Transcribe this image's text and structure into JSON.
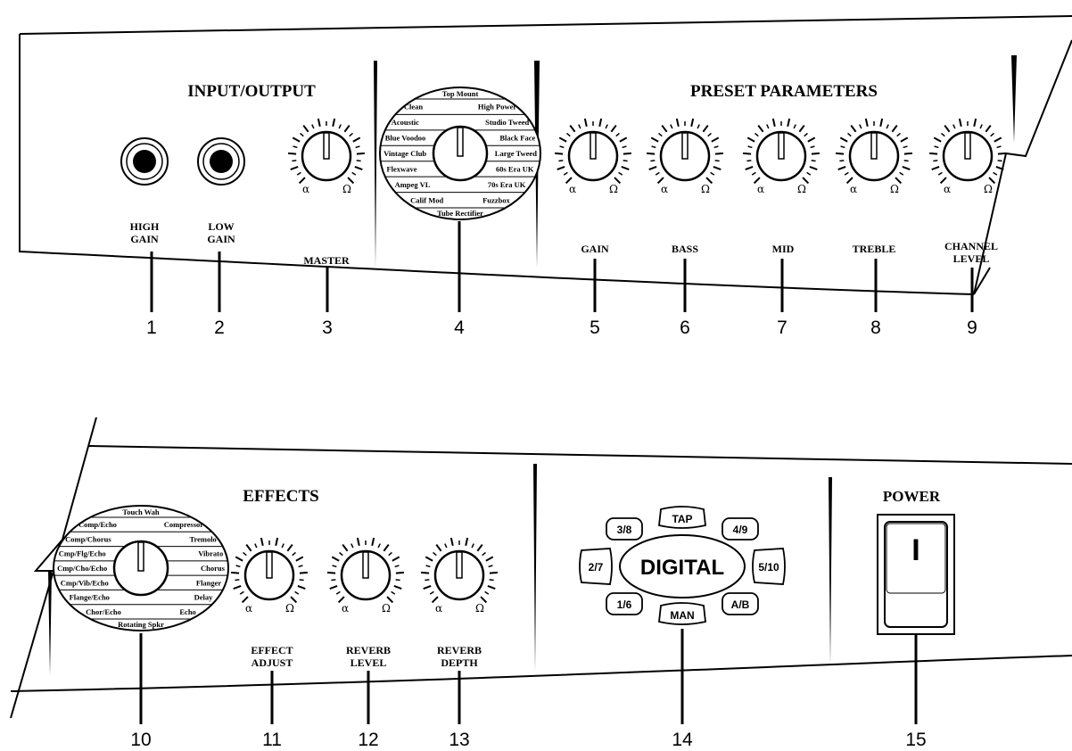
{
  "top_panel": {
    "input_output_title": "INPUT/OUTPUT",
    "preset_parameters_title": "PRESET PARAMETERS",
    "jacks": [
      {
        "label_line1": "HIGH",
        "label_line2": "GAIN",
        "number": "1"
      },
      {
        "label_line1": "LOW",
        "label_line2": "GAIN",
        "number": "2"
      }
    ],
    "master": {
      "label": "MASTER",
      "number": "3",
      "min_symbol": "α",
      "max_symbol": "Ω"
    },
    "amp_model_selector": {
      "number": "4",
      "top_option": "Top Mount",
      "bottom_option": "Tube Rectifier",
      "left_options": [
        "Clean",
        "Acoustic",
        "Blue Voodoo",
        "Vintage Club",
        "Flexwave",
        "Ampeg VL",
        "Calif Mod"
      ],
      "right_options": [
        "High Power",
        "Studio Tweed",
        "Black Face",
        "Large Tweed",
        "60s Era UK",
        "70s Era UK",
        "Fuzzbox"
      ]
    },
    "preset_knobs": [
      {
        "label": "GAIN",
        "number": "5"
      },
      {
        "label": "BASS",
        "number": "6"
      },
      {
        "label": "MID",
        "number": "7"
      },
      {
        "label": "TREBLE",
        "number": "8"
      },
      {
        "label_line1": "CHANNEL",
        "label_line2": "LEVEL",
        "number": "9"
      }
    ]
  },
  "bottom_panel": {
    "effects_title": "EFFECTS",
    "power_title": "POWER",
    "effect_selector": {
      "number": "10",
      "top_option": "Touch Wah",
      "bottom_option": "Rotating Spkr",
      "left_options": [
        "Comp/Echo",
        "Comp/Chorus",
        "Cmp/Flg/Echo",
        "Cmp/Cho/Echo",
        "Cmp/Vib/Echo",
        "Flange/Echo",
        "Chor/Echo"
      ],
      "right_options": [
        "Compressor",
        "Tremolo",
        "Vibrato",
        "Chorus",
        "Flanger",
        "Delay",
        "Echo"
      ]
    },
    "effect_knobs": [
      {
        "label_line1": "EFFECT",
        "label_line2": "ADJUST",
        "number": "11"
      },
      {
        "label_line1": "REVERB",
        "label_line2": "LEVEL",
        "number": "12"
      },
      {
        "label_line1": "REVERB",
        "label_line2": "DEPTH",
        "number": "13"
      }
    ],
    "digital_pad": {
      "center_label": "DIGITAL",
      "number": "14",
      "buttons": [
        "TAP",
        "4/9",
        "5/10",
        "A/B",
        "MAN",
        "1/6",
        "2/7",
        "3/8"
      ]
    },
    "power_switch": {
      "symbol": "I",
      "number": "15"
    }
  },
  "knob_symbols": {
    "min": "α",
    "max": "Ω"
  }
}
